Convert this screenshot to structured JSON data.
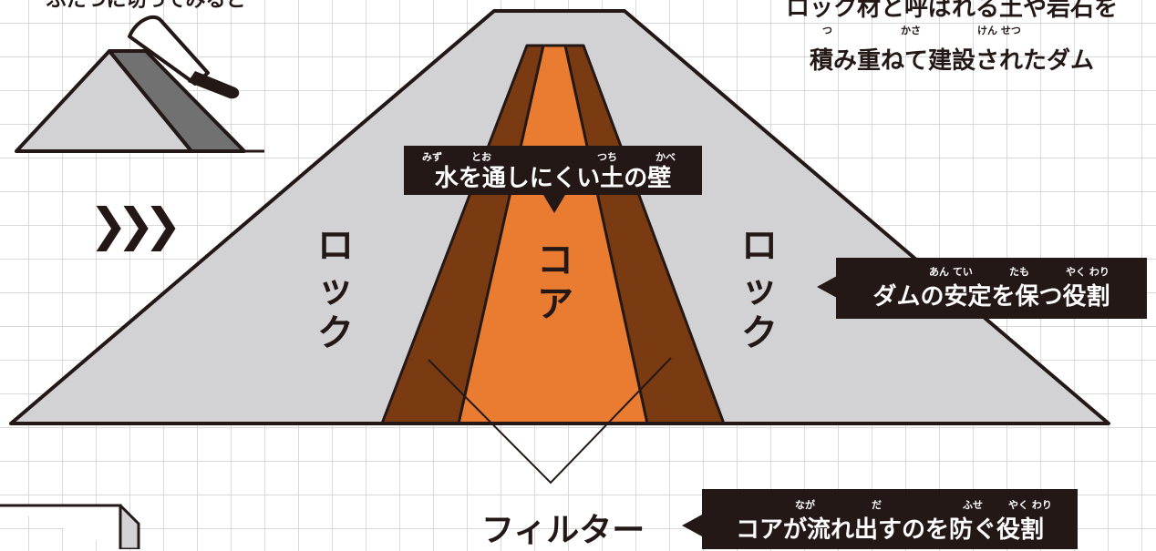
{
  "captions": {
    "top_left": "ふたつに切ってみると",
    "top_right_line1": "ロック材と呼ばれる土や岩石を",
    "top_right_line2": "積み重ねて建設されたダム",
    "top_right_ruby": {
      "tsu": "つ",
      "kasa": "かさ",
      "kensetsu": "けん せつ"
    }
  },
  "dam_labels": {
    "rock_left": "ロ\nッ\nク",
    "rock_right": "ロ\nッ\nク",
    "core": "コ\nア",
    "filter": "フィルター"
  },
  "callouts": {
    "core_wall": {
      "text": "水を通しにくい土の壁",
      "ruby": {
        "mizu": "みず",
        "too": "とお",
        "tsuchi": "つち",
        "kabe": "かべ"
      }
    },
    "rock_role": {
      "text": "ダムの安定を保つ役割",
      "ruby": {
        "antei": "あん てい",
        "tamo": "たも",
        "yakuwari": "やく わり"
      }
    },
    "filter_role": {
      "text": "コアが流れ出すのを防ぐ役割",
      "ruby": {
        "naga": "なが",
        "da": "だ",
        "fuse": "ふせ",
        "yakuwari": "やく わり"
      }
    }
  },
  "chevron": "❯❯❯",
  "colors": {
    "rock_fill": "#d2d1d3",
    "filter_fill": "#7a3a12",
    "core_fill": "#e97c30",
    "outline": "#231815",
    "label_bg": "#231815",
    "grid": "#d9d9d9",
    "cut_face": "#727171"
  },
  "icons": {
    "knife": "knife-icon",
    "mini_dam": "mini-dam-icon",
    "chevron": "chevron-right-triple-icon"
  }
}
